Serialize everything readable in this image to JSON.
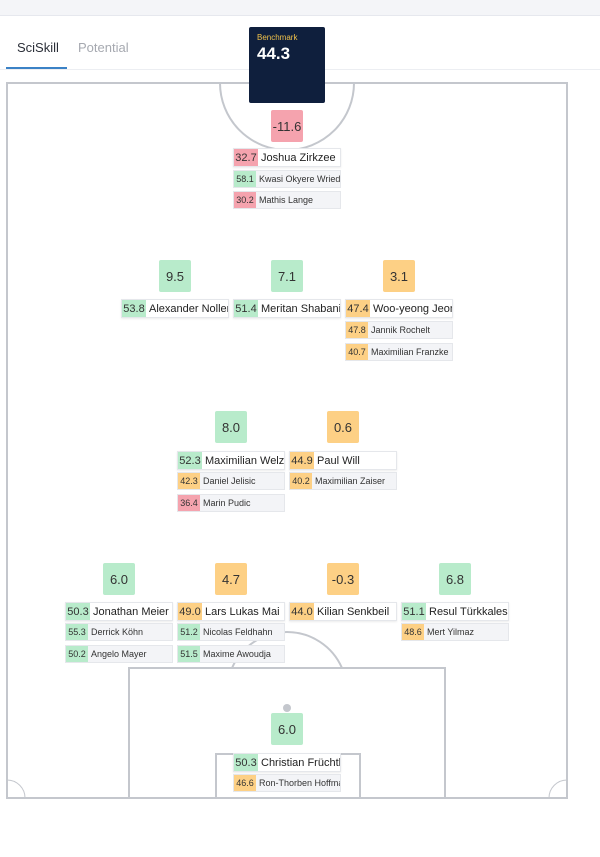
{
  "tabs": [
    {
      "label": "SciSkill",
      "active": true
    },
    {
      "label": "Potential",
      "active": false
    }
  ],
  "benchmark": {
    "label": "Benchmark",
    "value": "44.3"
  },
  "colors": {
    "green": "#b8ebcb",
    "red": "#f5a3ae",
    "orange": "#fdd085",
    "navy": "#0f1f3d",
    "accent": "#3b82c6"
  },
  "positions": {
    "st": {
      "delta": "-11.6",
      "main": {
        "score": "32.7",
        "name": "Joshua Zirkzee"
      },
      "subs": [
        {
          "score": "58.1",
          "name": "Kwasi Okyere Wriedt"
        },
        {
          "score": "30.2",
          "name": "Mathis Lange"
        }
      ]
    },
    "lw": {
      "delta": "9.5",
      "main": {
        "score": "53.8",
        "name": "Alexander Nollenberger"
      },
      "subs": []
    },
    "cam": {
      "delta": "7.1",
      "main": {
        "score": "51.4",
        "name": "Meritan Shabani"
      },
      "subs": []
    },
    "rw": {
      "delta": "3.1",
      "main": {
        "score": "47.4",
        "name": "Woo-yeong Jeong"
      },
      "subs": [
        {
          "score": "47.8",
          "name": "Jannik Rochelt"
        },
        {
          "score": "40.7",
          "name": "Maximilian Franzke"
        }
      ]
    },
    "lcm": {
      "delta": "8.0",
      "main": {
        "score": "52.3",
        "name": "Maximilian Welzmüller"
      },
      "subs": [
        {
          "score": "42.3",
          "name": "Daniel Jelisic"
        },
        {
          "score": "36.4",
          "name": "Marin Pudic"
        }
      ]
    },
    "rcm": {
      "delta": "0.6",
      "main": {
        "score": "44.9",
        "name": "Paul Will"
      },
      "subs": [
        {
          "score": "40.2",
          "name": "Maximilian Zaiser"
        }
      ]
    },
    "lb": {
      "delta": "6.0",
      "main": {
        "score": "50.3",
        "name": "Jonathan Meier"
      },
      "subs": [
        {
          "score": "55.3",
          "name": "Derrick Köhn"
        },
        {
          "score": "50.2",
          "name": "Angelo Mayer"
        }
      ]
    },
    "lcb": {
      "delta": "4.7",
      "main": {
        "score": "49.0",
        "name": "Lars Lukas Mai"
      },
      "subs": [
        {
          "score": "51.2",
          "name": "Nicolas Feldhahn"
        },
        {
          "score": "51.5",
          "name": "Maxime Awoudja"
        }
      ]
    },
    "rcb": {
      "delta": "-0.3",
      "main": {
        "score": "44.0",
        "name": "Kilian Senkbeil"
      },
      "subs": []
    },
    "rb": {
      "delta": "6.8",
      "main": {
        "score": "51.1",
        "name": "Resul Türkkalesi"
      },
      "subs": [
        {
          "score": "48.6",
          "name": "Mert Yilmaz"
        }
      ]
    },
    "gk": {
      "delta": "6.0",
      "main": {
        "score": "50.3",
        "name": "Christian Früchtl"
      },
      "subs": [
        {
          "score": "46.6",
          "name": "Ron-Thorben Hoffmann"
        }
      ]
    }
  }
}
